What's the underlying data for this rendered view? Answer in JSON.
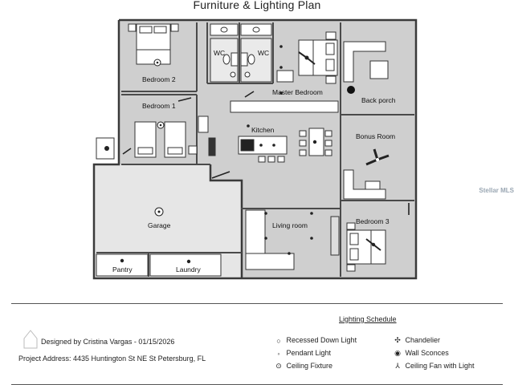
{
  "title": "Furniture & Lighting Plan",
  "rooms": {
    "bedroom2": "Bedroom 2",
    "wc_left": "WC",
    "wc_right": "WC",
    "master": "Master Bedroom",
    "back_porch": "Back porch",
    "bedroom1": "Bedroom 1",
    "kitchen": "Kitchen",
    "bonus": "Bonus Room",
    "garage": "Garage",
    "living": "Living room",
    "bedroom3": "Bedroom 3",
    "pantry": "Pantry",
    "laundry": "Laundry"
  },
  "legend": {
    "title": "Lighting Schedule",
    "recessed": "Recessed Down Light",
    "pendant": "Pendant Light",
    "ceiling_fixture": "Ceiling Fixture",
    "chandelier": "Chandelier",
    "sconces": "Wall Sconces",
    "fan": "Ceiling Fan with Light"
  },
  "credits": {
    "designed_by": "Designed by Cristina Vargas  - 01/15/2026",
    "address": "Project Address: 4435 Huntington St NE St Petersburg, FL"
  },
  "watermark": "Stellar MLS"
}
